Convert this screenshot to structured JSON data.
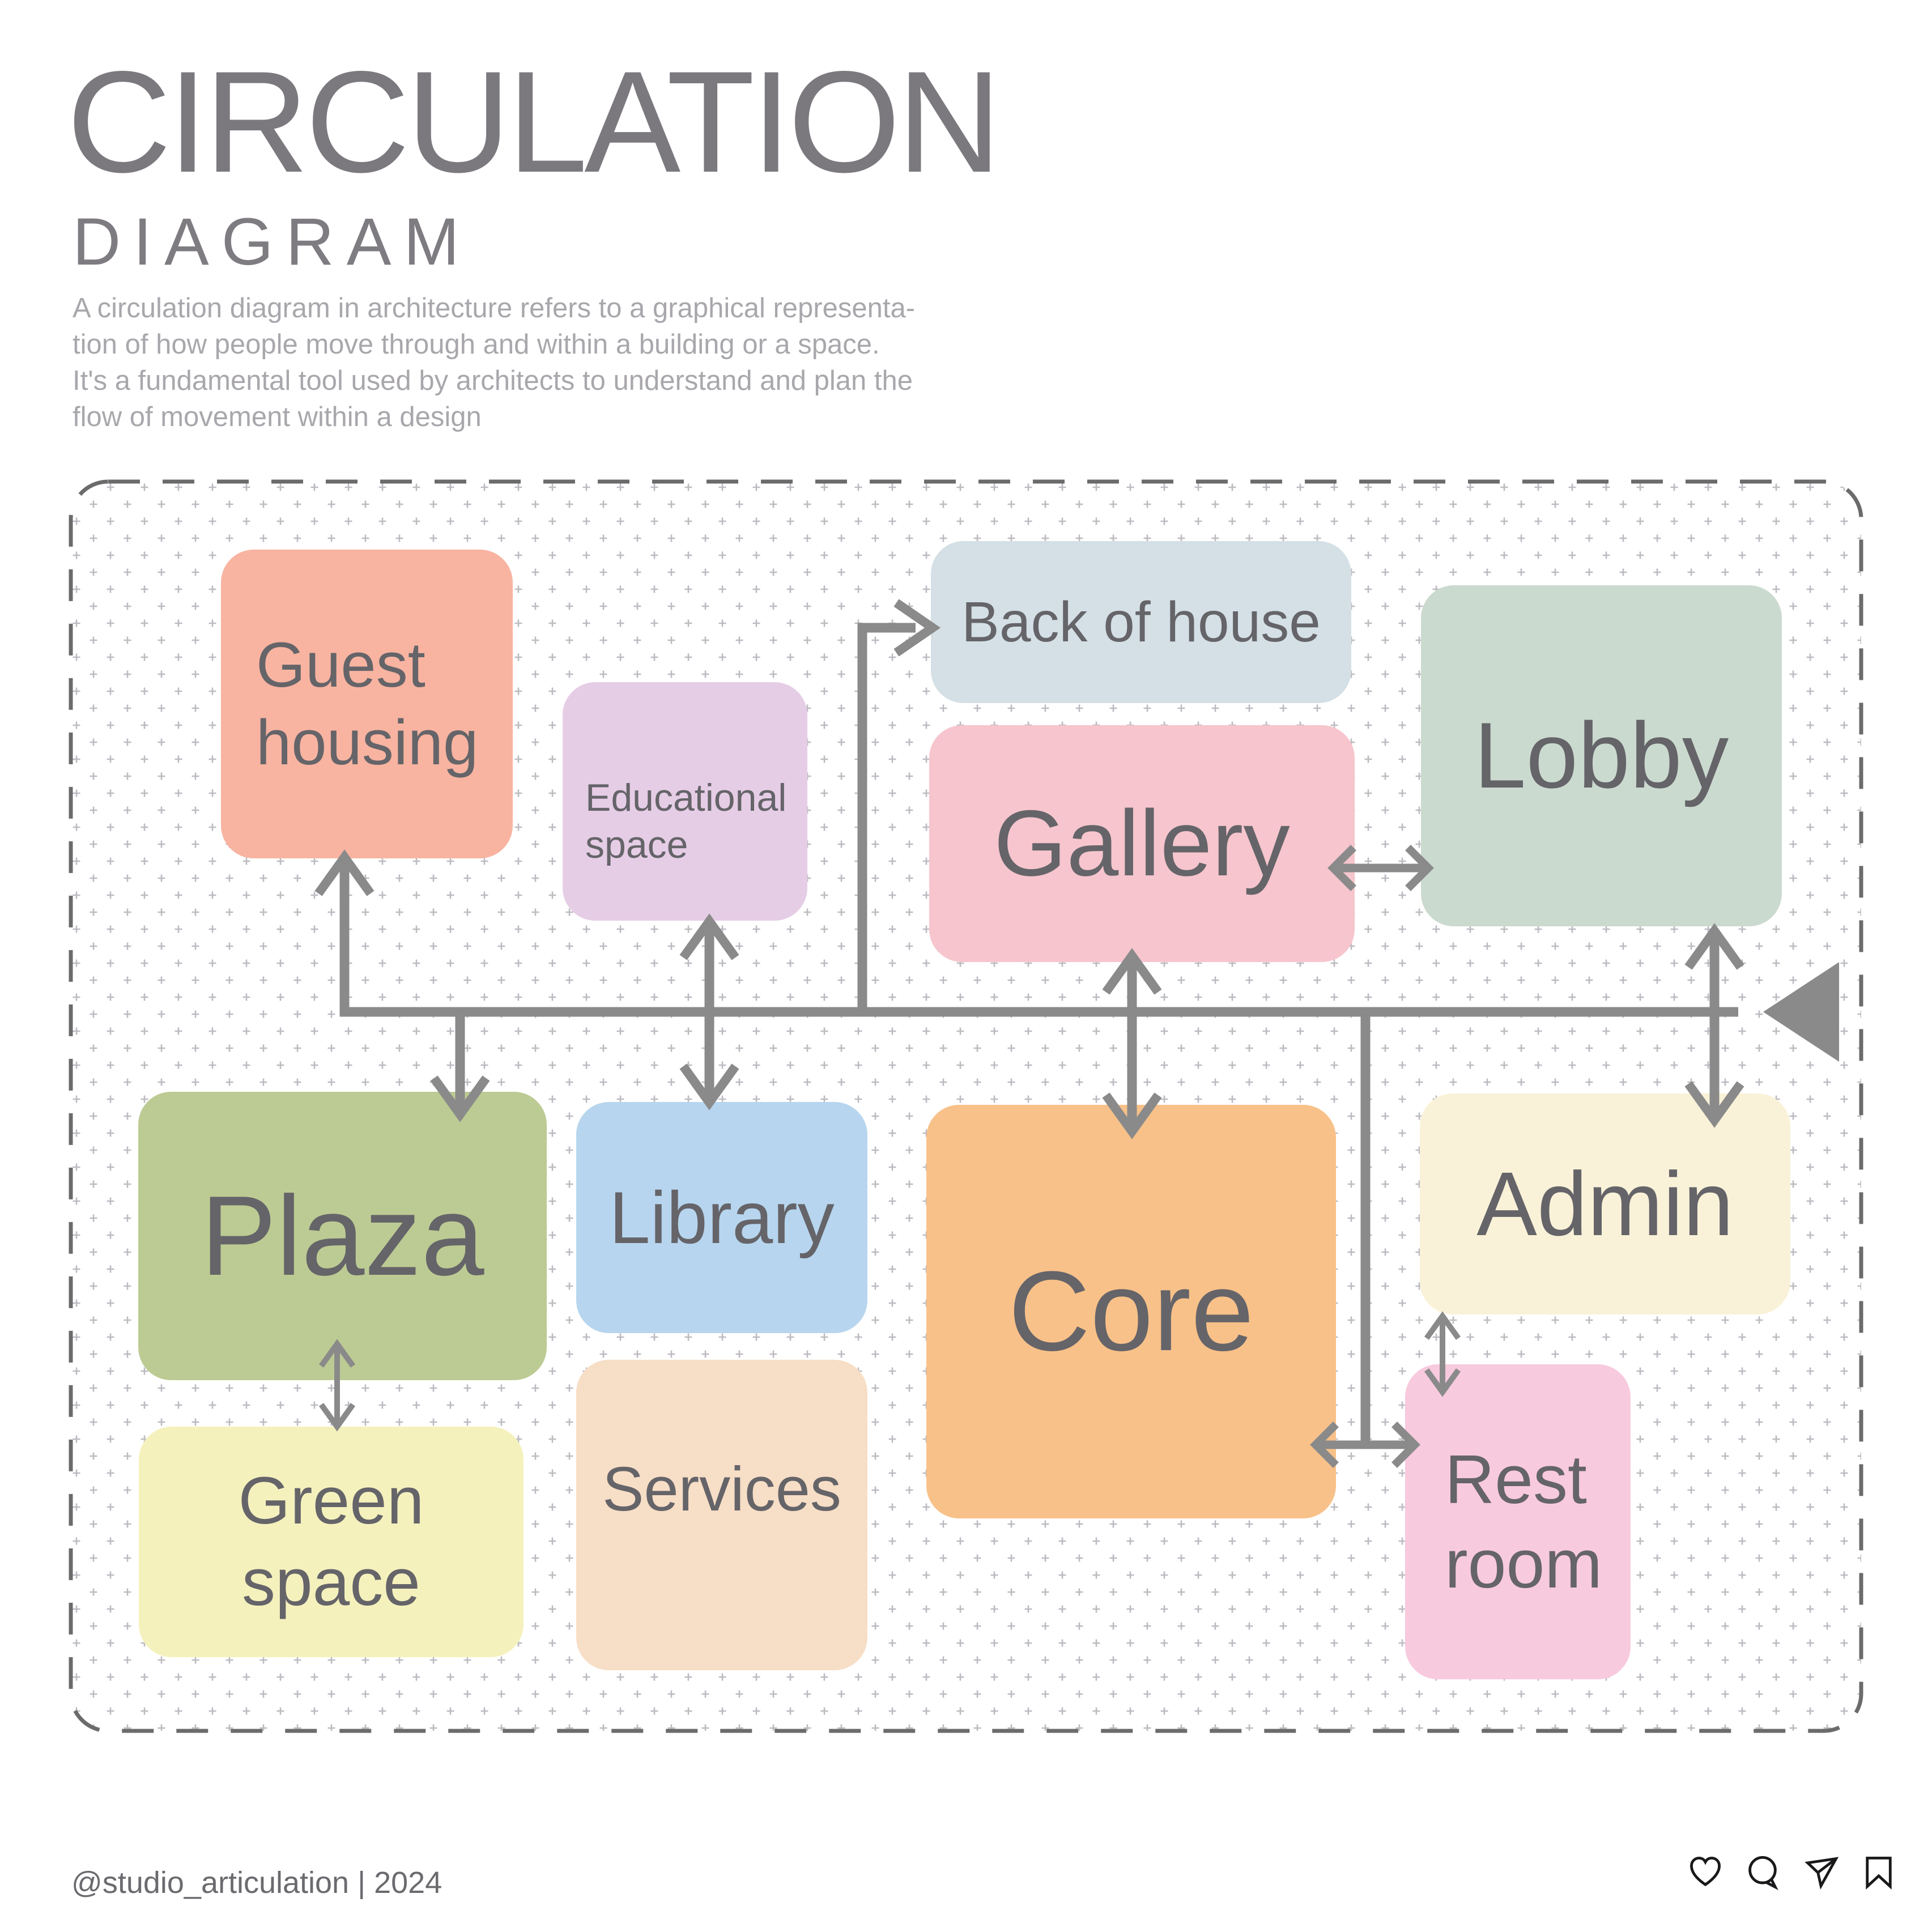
{
  "header": {
    "title": "CIRCULATION",
    "subtitle": "DIAGRAM",
    "description_lines": [
      "A circulation diagram in architecture refers to a graphical representa-",
      "tion of how people move through and within a building or a space.",
      "It's a fundamental tool used by architects to understand and plan the",
      "flow of movement within a design"
    ]
  },
  "diagram": {
    "panel": {
      "border_color": "#6b6b6b",
      "border_style": "dashed rounded rectangle",
      "pattern": "plus-grid",
      "pattern_color": "#bdbbc1",
      "arrow_color": "#8a8a8a"
    },
    "nodes": {
      "guest_housing": {
        "label": "Guest housing",
        "l1": "Guest",
        "l2": "housing",
        "color": "#f8b4a1"
      },
      "educational_space": {
        "label": "Educational space",
        "l1": "Educational",
        "l2": "space",
        "color": "#e6cde6"
      },
      "back_of_house": {
        "label": "Back of house",
        "color": "#d4e0e6"
      },
      "gallery": {
        "label": "Gallery",
        "color": "#f6c5cd"
      },
      "lobby": {
        "label": "Lobby",
        "color": "#cbdacf"
      },
      "plaza": {
        "label": "Plaza",
        "color": "#bccb93"
      },
      "green_space": {
        "label": "Green space",
        "l1": "Green",
        "l2": "space",
        "color": "#f5f1bd"
      },
      "library": {
        "label": "Library",
        "color": "#b7d5ee"
      },
      "services": {
        "label": "Services",
        "color": "#f7dec6"
      },
      "core": {
        "label": "Core",
        "color": "#f8c189"
      },
      "admin": {
        "label": "Admin",
        "color": "#f9f2d8"
      },
      "rest_room": {
        "label": "Rest room",
        "l1": "Rest",
        "l2": "room",
        "color": "#f8cade"
      }
    },
    "connections": [
      {
        "from": "circulation spine",
        "to": "Guest housing",
        "type": "arrow"
      },
      {
        "from": "circulation spine",
        "to": "Plaza",
        "type": "arrow"
      },
      {
        "from": "circulation spine",
        "to": "Back of house",
        "type": "arrow"
      },
      {
        "between": [
          "Educational space",
          "Library"
        ],
        "type": "double-arrow"
      },
      {
        "between": [
          "Gallery",
          "Core"
        ],
        "type": "double-arrow"
      },
      {
        "between": [
          "Gallery",
          "Lobby"
        ],
        "type": "double-arrow"
      },
      {
        "between": [
          "Lobby",
          "Admin"
        ],
        "type": "double-arrow"
      },
      {
        "between": [
          "Services",
          "Core"
        ],
        "type": "double-arrow"
      },
      {
        "between": [
          "Core",
          "Rest room"
        ],
        "type": "double-arrow"
      },
      {
        "between": [
          "Plaza",
          "Green space"
        ],
        "type": "double-arrow"
      },
      {
        "between": [
          "Admin",
          "Rest room"
        ],
        "type": "double-arrow"
      },
      {
        "at": "right end of spine",
        "type": "entry-triangle"
      }
    ]
  },
  "footer": {
    "credit": "@studio_articulation | 2024",
    "icons": [
      "heart-icon",
      "comment-icon",
      "share-icon",
      "bookmark-icon"
    ]
  }
}
